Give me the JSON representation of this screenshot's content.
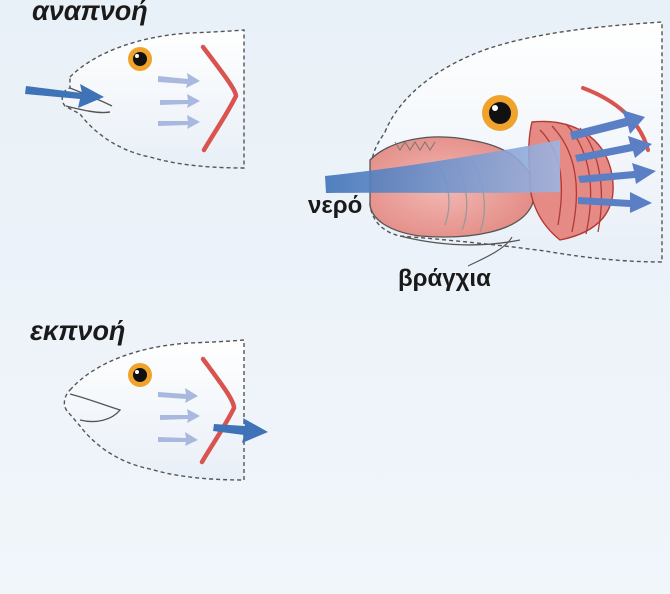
{
  "labels": {
    "inhale": "αναπνοή",
    "exhale": "εκπνοή",
    "water": "νερό",
    "gills": "βράγχια"
  },
  "colors": {
    "background": "#eaf1f8",
    "water_arrow": "#3f73b8",
    "light_arrow": "#a9b8de",
    "gill_red": "#d9534f",
    "outline": "#555555"
  }
}
